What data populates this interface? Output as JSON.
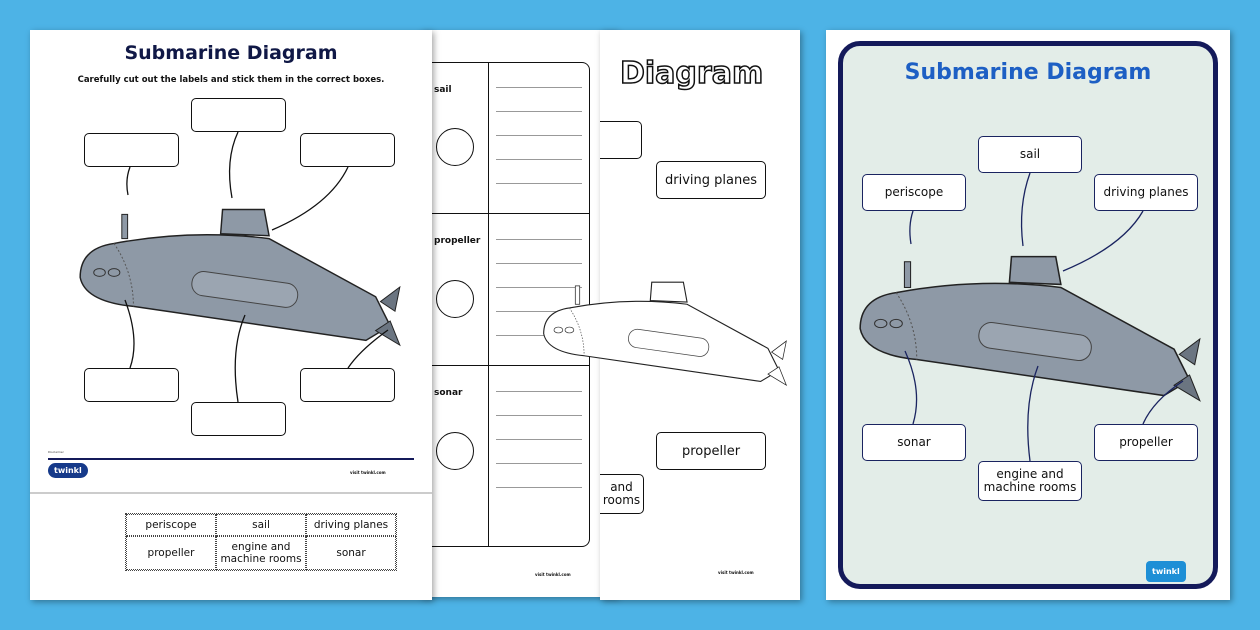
{
  "worksheet": {
    "title": "Submarine Diagram",
    "instruction": "Carefully cut out the labels and stick them in the correct boxes.",
    "footer_link": "visit twinkl.com",
    "brand": "twinkl",
    "cut_labels": [
      "periscope",
      "sail",
      "driving planes",
      "propeller",
      "engine and machine rooms",
      "sonar"
    ]
  },
  "notes_sheet": {
    "rows": [
      "sail",
      "propeller",
      "sonar"
    ],
    "footer_link": "visit twinkl.com"
  },
  "colouring_sheet": {
    "title": "Diagram",
    "labels": {
      "driving_planes": "driving planes",
      "propeller": "propeller",
      "engine": "and rooms"
    },
    "footer_link": "visit twinkl.com"
  },
  "poster": {
    "title": "Submarine Diagram",
    "labels": {
      "periscope": "periscope",
      "sail": "sail",
      "driving_planes": "driving planes",
      "sonar": "sonar",
      "engine": "engine and machine rooms",
      "propeller": "propeller"
    },
    "brand": "twinkl"
  },
  "colors": {
    "background": "#4db3e6",
    "title_navy": "#101846",
    "poster_title": "#1d5fc4",
    "poster_border": "#141a5a",
    "poster_fill": "#e3ede8",
    "hull": "#8e99a6"
  }
}
